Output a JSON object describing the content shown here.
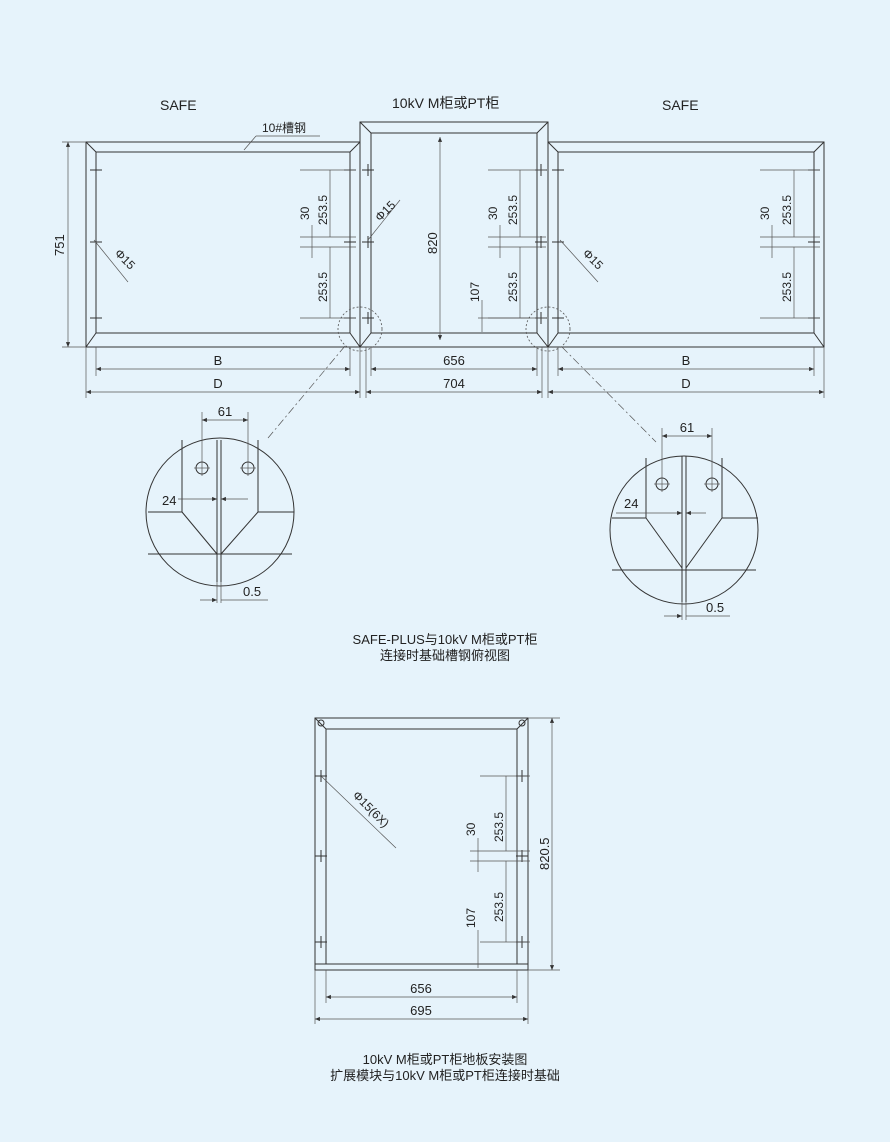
{
  "labels": {
    "left_title": "SAFE",
    "middle_title": "10kV  M柜或PT柜",
    "right_title": "SAFE",
    "channel_steel": "10#槽钢"
  },
  "dims": {
    "h751": "751",
    "h820": "820",
    "h820_5": "820.5",
    "d253_5": "253.5",
    "d30": "30",
    "d107": "107",
    "w656": "656",
    "w704": "704",
    "w695": "695",
    "wB": "B",
    "wD": "D",
    "d61": "61",
    "d24": "24",
    "d0_5": "0.5",
    "hole15": "Φ15",
    "hole15_6x": "Φ15(6X)"
  },
  "captions": {
    "top_line1": "SAFE-PLUS与10kV M柜或PT柜",
    "top_line2": "连接时基础槽钢俯视图",
    "bottom_line1": "10kV M柜或PT柜地板安装图",
    "bottom_line2": "扩展模块与10kV M柜或PT柜连接时基础"
  }
}
